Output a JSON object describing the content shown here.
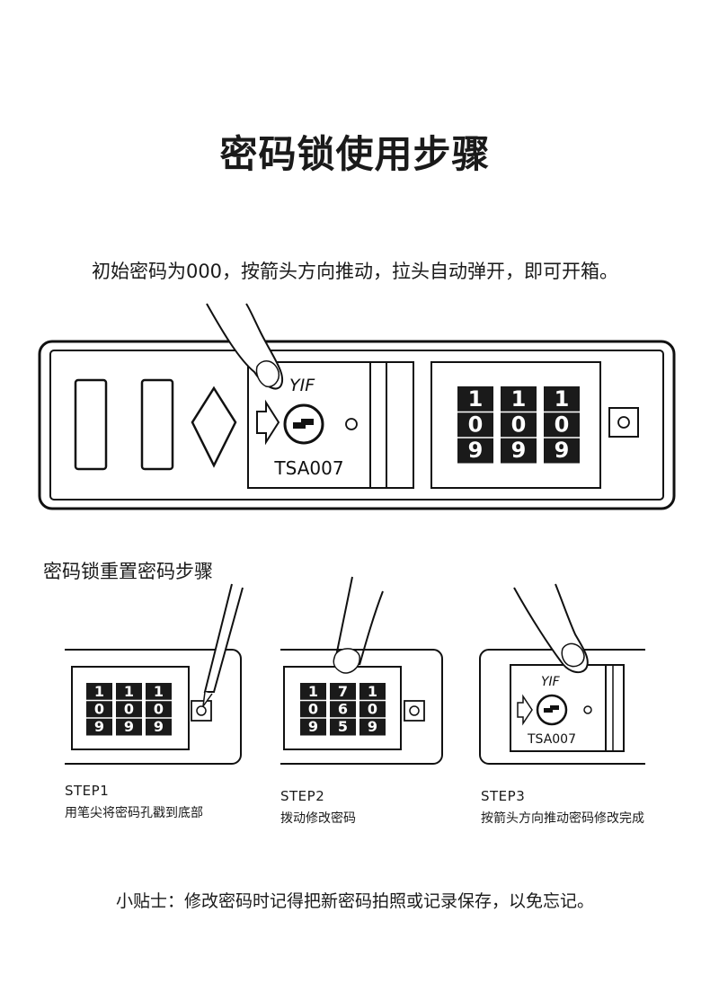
{
  "title": "密码锁使用步骤",
  "intro": "初始密码为000，按箭头方向推动，拉头自动弹开，即可开箱。",
  "main_lock": {
    "brand": "YIF",
    "model": "TSA007",
    "wheels": [
      [
        "1",
        "0",
        "9"
      ],
      [
        "1",
        "0",
        "9"
      ],
      [
        "1",
        "0",
        "9"
      ]
    ]
  },
  "reset_title": "密码锁重置密码步骤",
  "steps": [
    {
      "label": "STEP1",
      "desc": "用笔尖将密码孔戳到底部",
      "wheels": [
        [
          "1",
          "0",
          "9"
        ],
        [
          "1",
          "0",
          "9"
        ],
        [
          "1",
          "0",
          "9"
        ]
      ]
    },
    {
      "label": "STEP2",
      "desc": "拨动修改密码",
      "wheels": [
        [
          "1",
          "0",
          "9"
        ],
        [
          "7",
          "6",
          "5"
        ],
        [
          "1",
          "0",
          "9"
        ]
      ]
    },
    {
      "label": "STEP3",
      "desc": "按箭头方向推动密码修改完成",
      "brand": "YIF",
      "model": "TSA007"
    }
  ],
  "tip": "小贴士：修改密码时记得把新密码拍照或记录保存，以免忘记。"
}
